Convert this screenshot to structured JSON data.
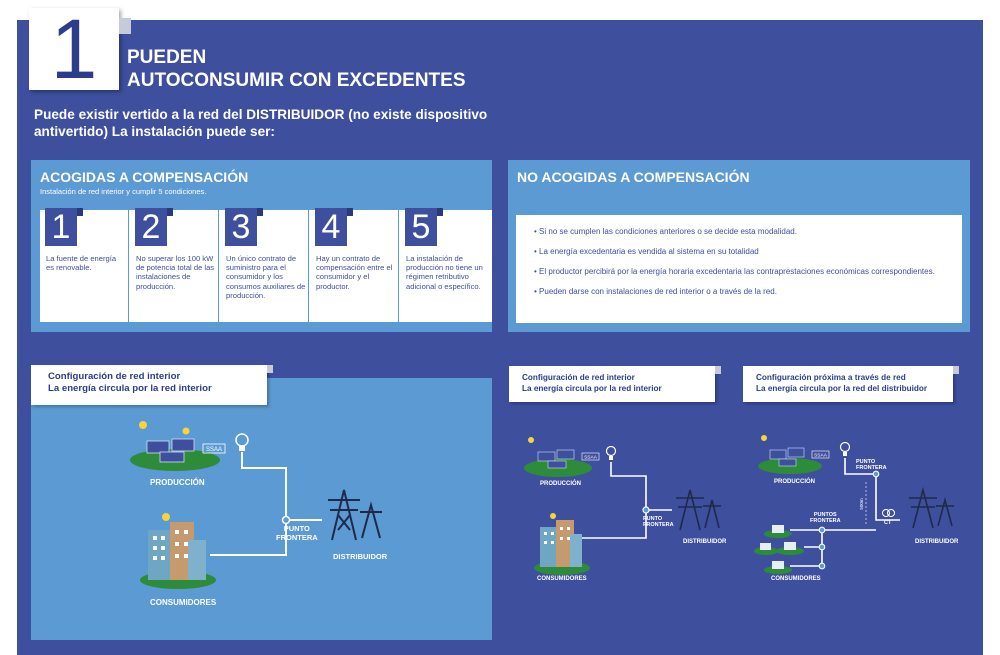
{
  "header": {
    "number": "1",
    "title_line1": "PUEDEN",
    "title_line2": "AUTOCONSUMIR CON EXCEDENTES",
    "intro_line1": "Puede existir vertido a la red del DISTRIBUIDOR (no existe dispositivo",
    "intro_line2": "antivertido) La instalación puede ser:"
  },
  "acogidas": {
    "title": "ACOGIDAS A COMPENSACIÓN",
    "subtitle": "Instalación de red interior y cumplir 5 condiciones.",
    "conditions": [
      {
        "num": "1",
        "text": "La fuente de energía es renovable."
      },
      {
        "num": "2",
        "text": "No superar los 100 kW de potencia total de las instalaciones de producción."
      },
      {
        "num": "3",
        "text": "Un único contrato de suministro para el consumidor y los consumos auxiliares de producción."
      },
      {
        "num": "4",
        "text": "Hay un contrato de compensación entre el consumidor y el productor."
      },
      {
        "num": "5",
        "text": "La instalación de producción no tiene un régimen retributivo adicional o específico."
      }
    ]
  },
  "no_acogidas": {
    "title": "NO ACOGIDAS A COMPENSACIÓN",
    "items": [
      "Si no se cumplen las condiciones anteriores o se decide esta modalidad.",
      "La energía excedentaria es vendida al sistema en su totalidad",
      "El productor percibirá  por la energía horaria excedentaria las contraprestaciones económicas correspondientes.",
      "Pueden darse con instalaciones de red interior o a través de la red."
    ]
  },
  "diagram1": {
    "line1": "Configuración de red interior",
    "line2": "La energía circula por la red interior",
    "produccion": "PRODUCCIÓN",
    "consumidores": "CONSUMIDORES",
    "punto": "PUNTO",
    "frontera": "FRONTERA",
    "distribuidor": "DISTRIBUIDOR",
    "ssaa": "SSAA"
  },
  "diagram2": {
    "line1": "Configuración de red interior",
    "line2": "La energía circula por la red interior",
    "produccion": "PRODUCCIÓN",
    "consumidores": "CONSUMIDORES",
    "punto": "PUNTO",
    "frontera": "FRONTERA",
    "distribuidor": "DISTRIBUIDOR",
    "ssaa": "SSAA"
  },
  "diagram3": {
    "line1": "Configuración próxima a través de red",
    "line2": "La energía circula por la red del distribuidor",
    "produccion": "PRODUCCIÓN",
    "consumidores": "CONSUMIDORES",
    "punto_top": "PUNTO",
    "frontera_top": "FRONTERA",
    "puntos": "PUNTOS",
    "frontera": "FRONTERA",
    "distance": "500m",
    "ct": "CT",
    "distribuidor": "DISTRIBUIDOR",
    "ssaa": "SSAA"
  },
  "colors": {
    "frame": "#3e4f9e",
    "panel": "#5b9ad3",
    "accent_dark": "#2c3d8c",
    "grass": "#2e8b3a"
  }
}
